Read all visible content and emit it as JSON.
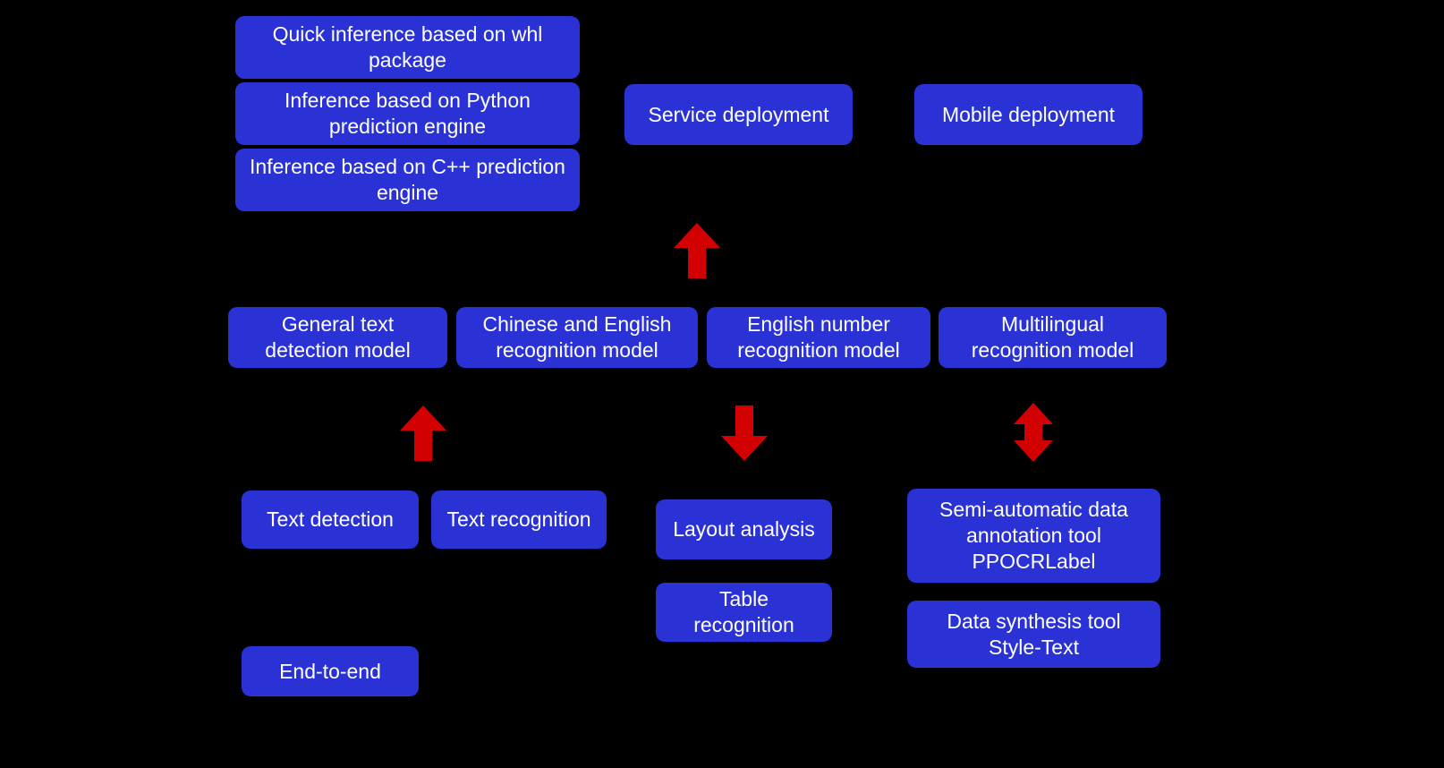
{
  "diagram": {
    "title": "OCR toolkit architecture diagram",
    "colors": {
      "background": "#000000",
      "box": "#2a32d6",
      "text": "#ffffff",
      "arrow": "#d20000"
    },
    "nodes": {
      "whl_inference": {
        "label": "Quick inference based on whl package"
      },
      "python_inference": {
        "label": "Inference based on Python prediction engine"
      },
      "cpp_inference": {
        "label": "Inference based on C++ prediction engine"
      },
      "service_deployment": {
        "label": "Service deployment"
      },
      "mobile_deployment": {
        "label": "Mobile deployment"
      },
      "general_text_detection": {
        "label": "General text detection model"
      },
      "cn_en_recognition": {
        "label": "Chinese and English recognition model"
      },
      "en_number_recognition": {
        "label": "English number recognition model"
      },
      "multilingual_recognition": {
        "label": "Multilingual recognition model"
      },
      "text_detection": {
        "label": "Text detection"
      },
      "text_recognition": {
        "label": "Text recognition"
      },
      "layout_analysis": {
        "label": "Layout analysis"
      },
      "table_recognition": {
        "label": "Table recognition"
      },
      "ppocrlabel": {
        "label": "Semi-automatic data annotation tool PPOCRLabel"
      },
      "style_text": {
        "label": "Data synthesis tool Style-Text"
      },
      "end_to_end": {
        "label": "End-to-end"
      }
    },
    "arrows": [
      {
        "id": "deploy-up",
        "direction": "up"
      },
      {
        "id": "detection-up",
        "direction": "up"
      },
      {
        "id": "tools-down",
        "direction": "down"
      },
      {
        "id": "annotation-updown",
        "direction": "up-down"
      }
    ]
  }
}
